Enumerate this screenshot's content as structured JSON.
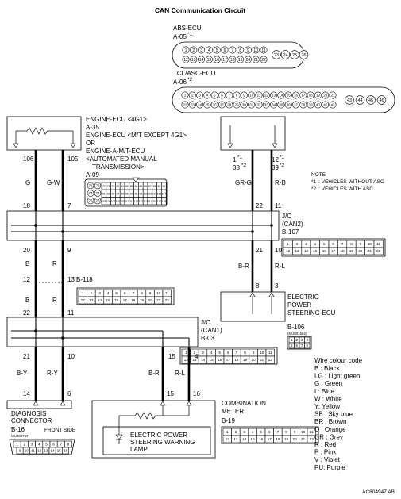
{
  "title": "CAN Communication Circuit",
  "figure_id": "AC804947 AB",
  "abs_ecu": {
    "name": "ABS-ECU",
    "connector": "A-05",
    "mark": "*1",
    "row1": [
      "1",
      "2",
      "3",
      "4",
      "5",
      "6",
      "7",
      "8",
      "9",
      "10",
      "11"
    ],
    "row2": [
      "12",
      "13",
      "14",
      "15",
      "16",
      "17",
      "18",
      "19",
      "20",
      "21",
      "22"
    ],
    "extra": [
      "23",
      "24",
      "25",
      "26"
    ]
  },
  "tcl_ecu": {
    "name": "TCL/ASC-ECU",
    "connector": "A-06",
    "mark": "*2",
    "row1": [
      "1",
      "2",
      "3",
      "4",
      "5",
      "6",
      "7",
      "8",
      "9",
      "10",
      "11",
      "12",
      "13",
      "14",
      "15",
      "16",
      "17",
      "18",
      "19",
      "20",
      "21"
    ],
    "row2": [
      "22",
      "23",
      "24",
      "25",
      "26",
      "27",
      "28",
      "29",
      "30",
      "31",
      "32",
      "33",
      "34",
      "35",
      "36",
      "37",
      "38",
      "39",
      "40",
      "41",
      "42"
    ],
    "extra": [
      "43",
      "44",
      "45",
      "46"
    ]
  },
  "engine_ecu": {
    "lines": [
      "ENGINE-ECU <4G1>",
      "A-35",
      "ENGINE-ECU <M/T EXCEPT 4G1>",
      "OR",
      "ENGINE-A-M/T-ECU",
      "<AUTOMATED MANUAL",
      "TRANSMISSION>",
      "A-09"
    ],
    "pins": [
      "106",
      "105"
    ],
    "colors": [
      "G",
      "G-W"
    ],
    "jc_pins": [
      "18",
      "7"
    ],
    "connector_pins": {
      "left": [
        "71",
        "72",
        "73",
        "74",
        "75",
        "76"
      ],
      "row1": [
        "77",
        "78",
        "79",
        "80",
        "81",
        "82",
        "83",
        "84",
        "85",
        "86",
        "87",
        "88",
        "89",
        "90"
      ],
      "row2": [
        "91",
        "92",
        "93",
        "94",
        "95",
        "96",
        "97",
        "98",
        "99",
        "100",
        "101",
        "102",
        "103",
        "104"
      ],
      "row3": [
        "105",
        "106",
        "107",
        "108",
        "109",
        "110",
        "111",
        "112",
        "113",
        "114",
        "115",
        "116",
        "117",
        "118"
      ]
    }
  },
  "abs_pins": {
    "left": "1",
    "left_alt": "38",
    "right": "12",
    "right_alt": "39",
    "mark1": "*1",
    "mark2": "*2",
    "colors": [
      "GR-G",
      "R-B"
    ],
    "jc_pins": [
      "22",
      "11"
    ]
  },
  "note": {
    "title": "NOTE",
    "items": [
      {
        "mark": "*1",
        "text": ": VEHICLES WITHOUT ASC"
      },
      {
        "mark": "*2",
        "text": ": VEHICLES WITH ASC"
      }
    ]
  },
  "jc2": {
    "label": "J/C",
    "sub": "(CAN2)",
    "connector": "B-107",
    "bottom_pins": [
      "20",
      "9",
      "21",
      "10"
    ],
    "row1": [
      "1",
      "2",
      "3",
      "4",
      "5",
      "6",
      "7",
      "8",
      "9",
      "10",
      "11"
    ],
    "row2": [
      "12",
      "13",
      "14",
      "15",
      "16",
      "17",
      "18",
      "19",
      "20",
      "21",
      "22"
    ]
  },
  "mid_wires": {
    "left_colors": [
      "B",
      "R"
    ],
    "right_colors": [
      "B-R",
      "R-L"
    ],
    "b118_pins": [
      "12",
      "13"
    ],
    "b118": "B-118",
    "b118_row1": [
      "1",
      "2",
      "3",
      "4",
      "5",
      "6",
      "7",
      "8",
      "9",
      "10",
      "11"
    ],
    "b118_row2": [
      "12",
      "13",
      "14",
      "15",
      "16",
      "17",
      "18",
      "19",
      "20",
      "21",
      "22"
    ],
    "lower_colors": [
      "B",
      "R"
    ],
    "jc1_top_pins": [
      "22",
      "11"
    ],
    "eps_pins": [
      "8",
      "3"
    ]
  },
  "eps_ecu": {
    "lines": [
      "ELECTRIC",
      "POWER",
      "STEERING-ECU"
    ],
    "connector": "B-106",
    "code": "(MU801582)",
    "row1": [
      "1",
      "2",
      "3",
      "4"
    ],
    "row2": [
      "5",
      "6",
      "7",
      "8"
    ]
  },
  "jc1": {
    "label": "J/C",
    "sub": "(CAN1)",
    "connector": "B-03",
    "bottom_pins": [
      "21",
      "10",
      "15",
      "4"
    ],
    "row1": [
      "1",
      "2",
      "3",
      "4",
      "5",
      "6",
      "7",
      "8",
      "9",
      "10",
      "11"
    ],
    "row2": [
      "12",
      "13",
      "14",
      "15",
      "16",
      "17",
      "18",
      "19",
      "20",
      "21",
      "22"
    ]
  },
  "lower_wires": {
    "colors": [
      "B-Y",
      "R-Y",
      "B-R",
      "R-L"
    ],
    "diag_pins": [
      "14",
      "6"
    ],
    "meter_pins": [
      "15",
      "16"
    ]
  },
  "diagnosis": {
    "lines": [
      "DIAGNOSIS",
      "CONNECTOR"
    ],
    "connector": "B-16",
    "view": "FRONT SIDE",
    "code": "MU803767",
    "row1": [
      "1",
      "2",
      "3",
      "4",
      "5",
      "6",
      "7",
      "8"
    ],
    "row2": [
      "9",
      "10",
      "11",
      "12",
      "13",
      "14",
      "15",
      "16"
    ]
  },
  "meter": {
    "lines": [
      "COMBINATION",
      "METER"
    ],
    "connector": "B-19",
    "lamp": [
      "ELECTRIC POWER",
      "STEERING WARNING",
      "LAMP"
    ],
    "row1": [
      "1",
      "2",
      "3",
      "4",
      "5",
      "6",
      "7",
      "8",
      "9",
      "10",
      "11"
    ],
    "row2": [
      "12",
      "13",
      "14",
      "15",
      "16",
      "17",
      "18",
      "19",
      "20",
      "21",
      "22"
    ]
  },
  "wire_colour_code": {
    "title": "Wire colour code",
    "items": [
      "B : Black",
      "LG : Light green",
      "G : Green",
      "L: Blue",
      "W : White",
      "Y: Yellow",
      "SB : Sky blue",
      "BR : Brown",
      "O : Orange",
      "GR : Grey",
      "R : Red",
      "P : Pink",
      "V : Violet",
      "PU: Purple"
    ]
  }
}
